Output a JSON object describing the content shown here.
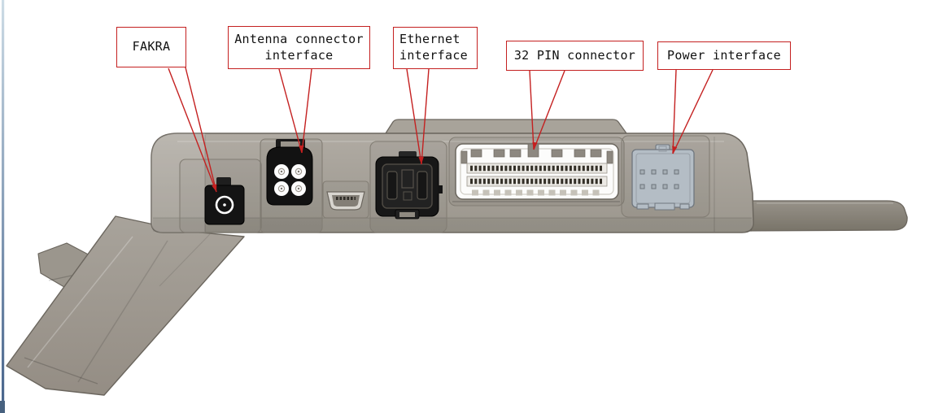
{
  "figure": {
    "kind": "labeled-device-diagram",
    "background": "#ffffff"
  },
  "callouts": [
    {
      "id": "fakra",
      "lines": [
        "FAKRA"
      ]
    },
    {
      "id": "antenna",
      "lines": [
        "Antenna connector",
        "interface"
      ]
    },
    {
      "id": "ethernet",
      "lines": [
        "Ethernet",
        "interface"
      ]
    },
    {
      "id": "pin32",
      "lines": [
        "32 PIN connector"
      ]
    },
    {
      "id": "power",
      "lines": [
        "Power interface"
      ]
    }
  ],
  "colors": {
    "callout_border": "#c42020",
    "leader_red": "#c42020",
    "label_text": "#111111",
    "body_gray": "#a5a098",
    "connector_black": "#171717",
    "pin32_white": "#fcfcfb",
    "power_blue": "#b4bdc5",
    "flange_gray": "#8a857c",
    "frame_edge_blue": "#9fb9cc"
  }
}
